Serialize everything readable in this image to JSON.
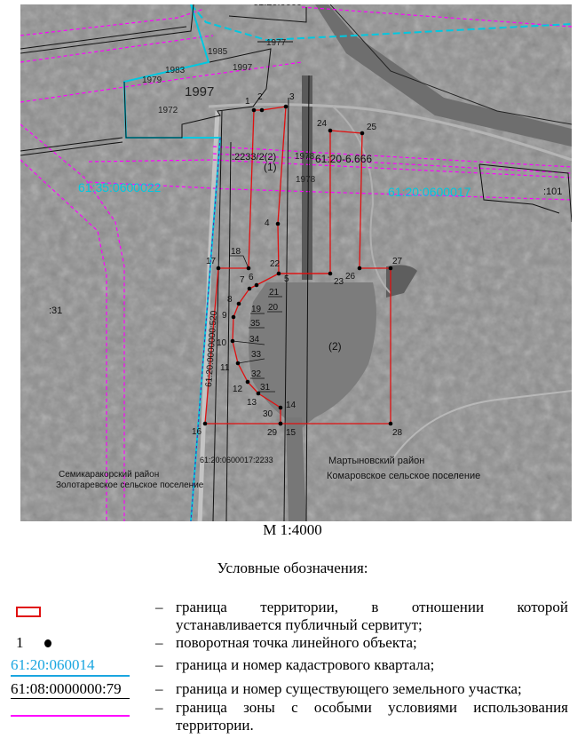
{
  "map": {
    "top_partial_label": "61:20:0600",
    "parcel_years": [
      "1977",
      "1985",
      "1983",
      "1979",
      "1997",
      "1997",
      "1972",
      "1978",
      "1978"
    ],
    "labels": {
      "quarter_west": "61:35:0600022",
      "quarter_east": "61:20:0600017",
      "parcel_101": ":101",
      "parcel_31": ":31",
      "parcel_2233_2": ":2233/2(2)",
      "zone_label": "61:20-6.666",
      "area_1": "(1)",
      "area_2": "(2)",
      "road_parcel": "61:20:0000000:520",
      "parcel_2233": "61:20:0600017:2233",
      "district_east": "Мартыновский район",
      "settlement_east": "Комаровское сельское поселение",
      "district_west": "Семикаракорский район",
      "settlement_west": "Золотаревское сельское поселение"
    },
    "point_labels": [
      "1",
      "2",
      "3",
      "4",
      "5",
      "6",
      "7",
      "8",
      "9",
      "10",
      "11",
      "12",
      "13",
      "14",
      "15",
      "16",
      "17",
      "18",
      "19",
      "20",
      "21",
      "22",
      "23",
      "24",
      "25",
      "26",
      "27",
      "28",
      "29",
      "30",
      "31",
      "32",
      "33",
      "34",
      "35"
    ],
    "colors": {
      "servitude": "#e01010",
      "quarter": "#00c8e0",
      "zone": "#ff00ff",
      "parcel": "#111111",
      "photo": "#8a8a8a"
    }
  },
  "scale": "М 1:4000",
  "legend": {
    "title": "Условные обозначения:",
    "dash": "–",
    "items": [
      {
        "symbol": "red-rectangle",
        "line1": "граница территории, в отношении которой",
        "line2": "устанавливается публичный сервитут;"
      },
      {
        "symbol_text": "1",
        "line1": "поворотная точка линейного объекта;"
      },
      {
        "symbol_text": "61:20:060014",
        "line1": "граница и номер кадастрового квартала;"
      },
      {
        "symbol_text": "61:08:0000000:79",
        "line1": "граница и номер существующего земельного участка;"
      },
      {
        "symbol": "magenta-line",
        "line1": "граница зоны с особыми условиями использования",
        "line2": "территории."
      }
    ]
  }
}
